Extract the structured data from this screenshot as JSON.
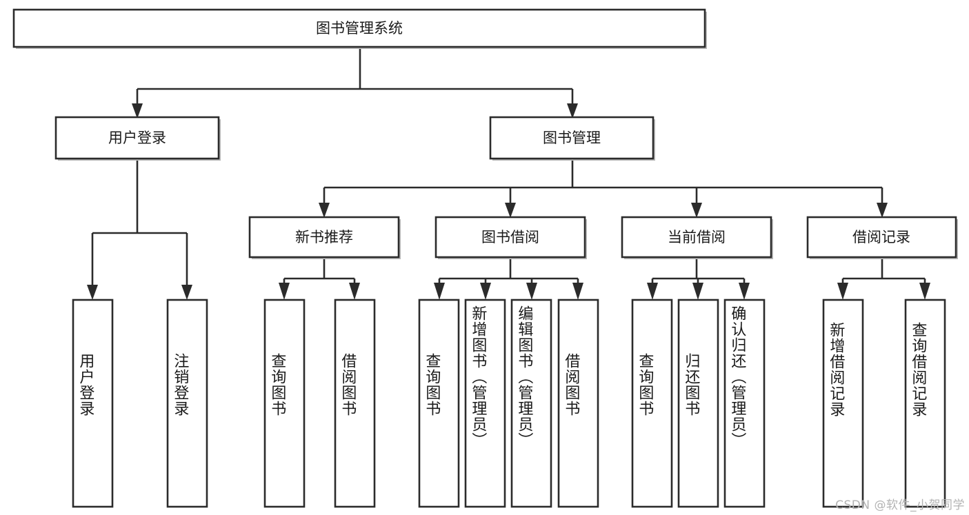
{
  "diagram": {
    "title": "图书管理系统",
    "type": "hierarchy-tree",
    "root": {
      "id": "root",
      "label": "图书管理系统",
      "orientation": "horizontal"
    },
    "level2": [
      {
        "id": "user-login",
        "label": "用户登录",
        "orientation": "horizontal"
      },
      {
        "id": "book-management",
        "label": "图书管理",
        "orientation": "horizontal"
      }
    ],
    "level3": [
      {
        "id": "new-book-recommend",
        "label": "新书推荐",
        "orientation": "horizontal",
        "parent": "book-management"
      },
      {
        "id": "book-borrow",
        "label": "图书借阅",
        "orientation": "horizontal",
        "parent": "book-management"
      },
      {
        "id": "current-borrow",
        "label": "当前借阅",
        "orientation": "horizontal",
        "parent": "book-management"
      },
      {
        "id": "borrow-record",
        "label": "借阅记录",
        "orientation": "horizontal",
        "parent": "book-management"
      }
    ],
    "leaves": [
      {
        "id": "leaf-user-login",
        "label": "用户登录",
        "parent": "user-login",
        "orientation": "vertical"
      },
      {
        "id": "leaf-logout",
        "label": "注销登录",
        "parent": "user-login",
        "orientation": "vertical"
      },
      {
        "id": "leaf-query-book-1",
        "label": "查询图书",
        "parent": "new-book-recommend",
        "orientation": "vertical"
      },
      {
        "id": "leaf-borrow-book-1",
        "label": "借阅图书",
        "parent": "new-book-recommend",
        "orientation": "vertical"
      },
      {
        "id": "leaf-query-book-2",
        "label": "查询图书",
        "parent": "book-borrow",
        "orientation": "vertical"
      },
      {
        "id": "leaf-add-book",
        "label": "新增图书（管理员）",
        "parent": "book-borrow",
        "orientation": "vertical"
      },
      {
        "id": "leaf-edit-book",
        "label": "编辑图书（管理员）",
        "parent": "book-borrow",
        "orientation": "vertical"
      },
      {
        "id": "leaf-borrow-book-2",
        "label": "借阅图书",
        "parent": "book-borrow",
        "orientation": "vertical"
      },
      {
        "id": "leaf-query-book-3",
        "label": "查询图书",
        "parent": "current-borrow",
        "orientation": "vertical"
      },
      {
        "id": "leaf-return-book",
        "label": "归还图书",
        "parent": "current-borrow",
        "orientation": "vertical"
      },
      {
        "id": "leaf-confirm-return",
        "label": "确认归还（管理员）",
        "parent": "current-borrow",
        "orientation": "vertical"
      },
      {
        "id": "leaf-add-record",
        "label": "新增借阅记录",
        "parent": "borrow-record",
        "orientation": "vertical"
      },
      {
        "id": "leaf-query-record",
        "label": "查询借阅记录",
        "parent": "borrow-record",
        "orientation": "vertical"
      }
    ],
    "colors": {
      "box_stroke": "#2b2b2b",
      "box_fill": "#ffffff",
      "text": "#1a1a1a",
      "background": "#ffffff",
      "watermark": "#b3b3b3"
    }
  },
  "watermark": {
    "text": "CSDN @软件_小贺同学"
  }
}
